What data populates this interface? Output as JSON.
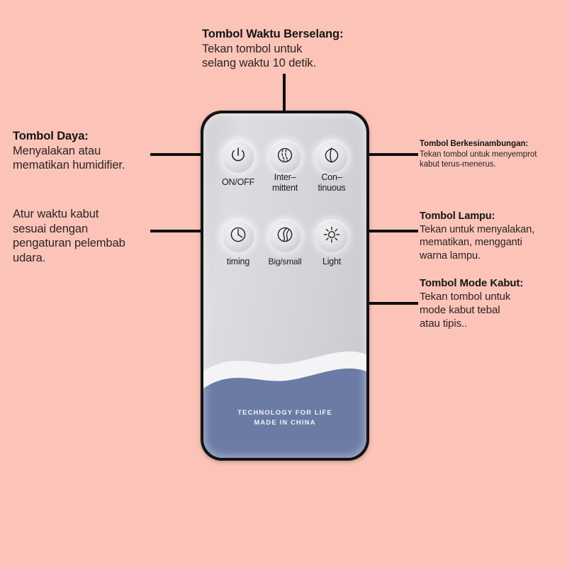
{
  "background_color": "#fcc4b9",
  "annotations": [
    {
      "id": "intermittent",
      "title": "Tombol Waktu Berselang:",
      "desc": "Tekan tombol untuk\nselang waktu 10 detik."
    },
    {
      "id": "power",
      "title": "Tombol Daya:",
      "desc": "Menyalakan atau\nmematikan humidifier."
    },
    {
      "id": "timing",
      "title": "",
      "desc": "Atur waktu kabut\nsesuai dengan\npengaturan pelembab\nudara."
    },
    {
      "id": "continuous",
      "title": "Tombol Berkesinambungan:",
      "desc": "Tekan tombol untuk menyemprot\nkabut terus-menerus."
    },
    {
      "id": "light",
      "title": "Tombol Lampu:",
      "desc": "Tekan untuk menyalakan,\nmematikan, mengganti\nwarna lampu."
    },
    {
      "id": "mist_mode",
      "title": "Tombol Mode Kabut:",
      "desc": "Tekan tombol untuk\nmode kabut tebal\natau tipis.."
    }
  ],
  "remote": {
    "body_color": "#d6d4d8",
    "border_color": "#151213",
    "wave_color": "#6b7ba5",
    "wave_highlight": "#f4f4f6",
    "buttons": [
      {
        "icon": "power-icon",
        "label": "ON/OFF"
      },
      {
        "icon": "intermittent-icon",
        "label": "Inter–\nmittent"
      },
      {
        "icon": "continuous-icon",
        "label": "Con–\ntinuous"
      },
      {
        "icon": "clock-icon",
        "label": "timing"
      },
      {
        "icon": "droplet-size-icon",
        "label": "Big/small"
      },
      {
        "icon": "sun-icon",
        "label": "Light"
      }
    ],
    "brand_line_1": "TECHNOLOGY FOR LIFE",
    "brand_line_2": "MADE IN CHINA"
  }
}
